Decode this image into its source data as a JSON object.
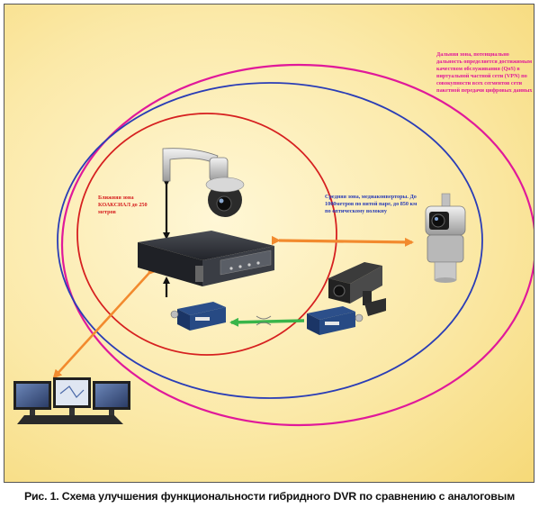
{
  "zones": {
    "far": "Дальняя зона, потенциально дальность определяется достижимым качеством обслуживания (QoS) в виртуальной частной сети (VPN) по совокупности всех сегментов сети пакетной передачи цифровых данных",
    "near": "Ближняя зона КОАКСИАЛ до 250 метров",
    "middle": "Средняя зона, медиаконверторы. До 1000метров по витой паре, до 850 км по оптическому волокну"
  },
  "caption": "Рис. 1. Схема улучшения функциональности гибридного DVR по сравнению с аналоговым",
  "colors": {
    "far_ring": "#e0199a",
    "middle_ring": "#2a3db6",
    "near_ring": "#d62020",
    "fiber_arrow": "#f28a2e",
    "twisted_pair_arrow": "#39b54a",
    "coax_arrow": "#111111"
  }
}
